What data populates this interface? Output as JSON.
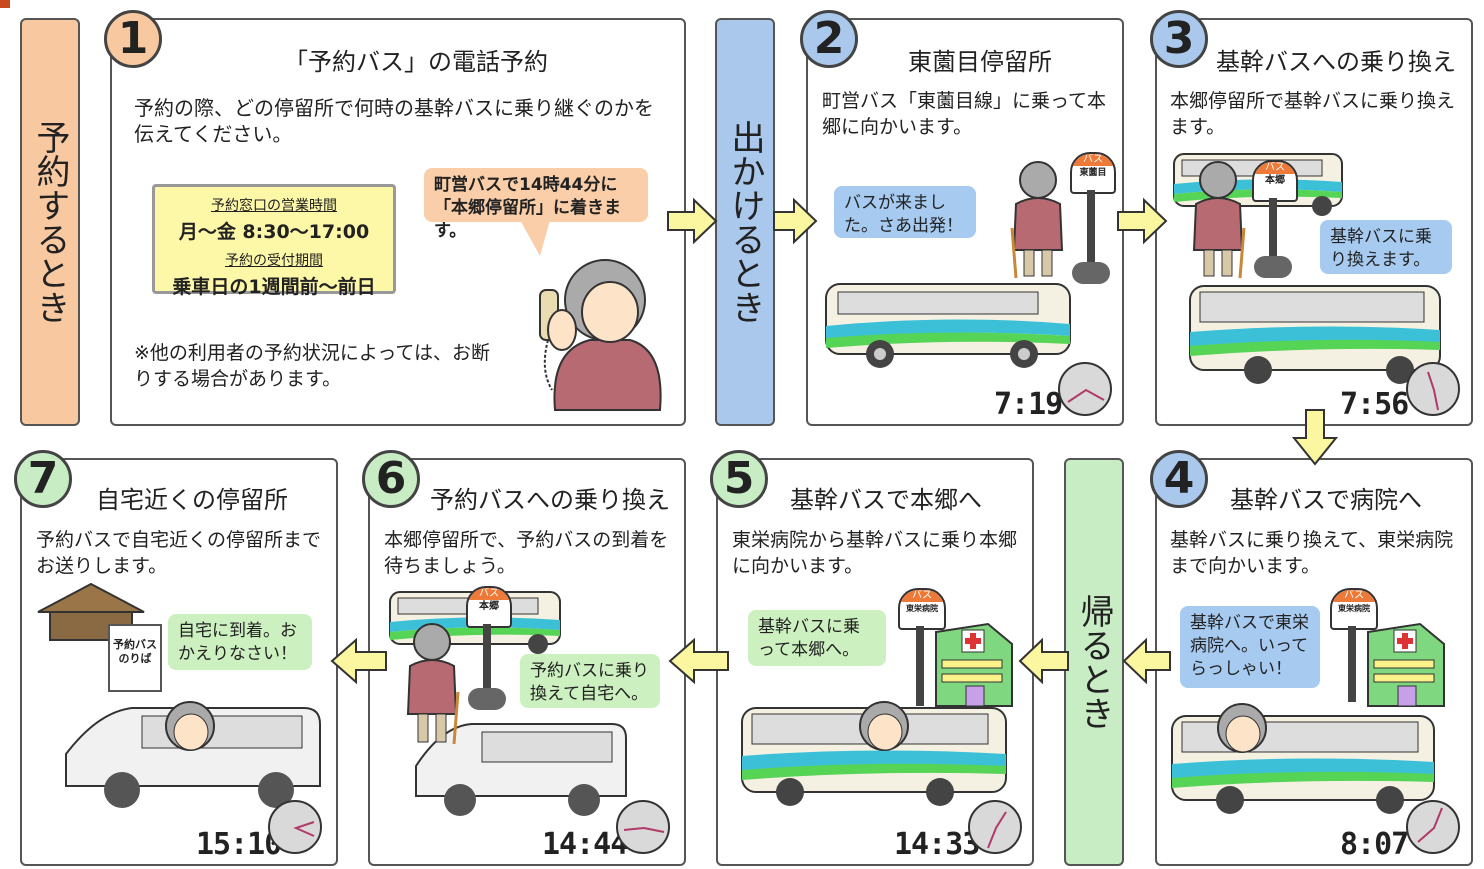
{
  "sides": {
    "reserve": "予約するとき",
    "depart": "出かけるとき",
    "return": "帰るとき"
  },
  "steps": [
    {
      "num": "1",
      "title": "「予約バス」の電話予約",
      "text": "予約の際、どの停留所で何時の基幹バスに乗り継ぐのかを伝えてください。"
    },
    {
      "num": "2",
      "title": "東薗目停留所",
      "text": "町営バス「東薗目線」に乗って本郷に向かいます。",
      "time": "7:19",
      "bubble": "バスが来ました。さあ出発！",
      "stop_sign": "東薗目"
    },
    {
      "num": "3",
      "title": "基幹バスへの乗り換え",
      "text": "本郷停留所で基幹バスに乗り換えます。",
      "time": "7:56",
      "bubble": "基幹バスに乗り換えます。",
      "stop_sign": "本郷"
    },
    {
      "num": "4",
      "title": "基幹バスで病院へ",
      "text": "基幹バスに乗り換えて、東栄病院まで向かいます。",
      "time": "8:07",
      "bubble": "基幹バスで東栄病院へ。いってらっしゃい！",
      "stop_sign": "東栄病院"
    },
    {
      "num": "5",
      "title": "基幹バスで本郷へ",
      "text": "東栄病院から基幹バスに乗り本郷に向かいます。",
      "time": "14:33",
      "bubble": "基幹バスに乗って本郷へ。",
      "stop_sign": "東栄病院"
    },
    {
      "num": "6",
      "title": "予約バスへの乗り換え",
      "text": "本郷停留所で、予約バスの到着を待ちましょう。",
      "time": "14:44",
      "bubble": "予約バスに乗り換えて自宅へ。",
      "stop_sign": "本郷"
    },
    {
      "num": "7",
      "title": "自宅近くの停留所",
      "text": "予約バスで自宅近くの停留所までお送りします。",
      "time": "15:10",
      "bubble": "自宅に到着。おかえりなさい！",
      "sign_text": "予約バスのりば"
    }
  ],
  "step1": {
    "hours_label": "予約窓口の営業時間",
    "hours": "月～金 8:30～17:00",
    "period_label": "予約の受付期間",
    "period": "乗車日の1週間前～前日",
    "note": "※他の利用者の予約状況によっては、お断りする場合があります。",
    "phone_bubble": "町営バスで14時44分に「本郷停留所」に着きます。"
  },
  "stop_header": "バス",
  "colors": {
    "orange": "#f8c9a0",
    "blue": "#a9c8ec",
    "green": "#c8ecc4",
    "arrow": "#fbf6a0"
  }
}
